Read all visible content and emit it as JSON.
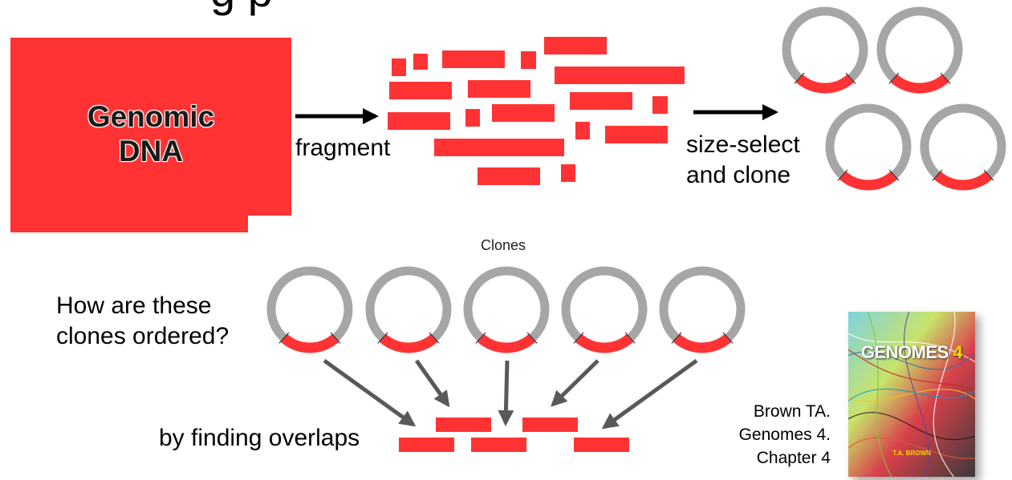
{
  "title_fragment": "g                p",
  "genomic_dna": {
    "line1": "Genomic",
    "line2": "DNA"
  },
  "step_labels": {
    "fragment": "fragment",
    "size_select_line1": "size-select",
    "size_select_line2": "and clone"
  },
  "clones_label": "Clones",
  "question": {
    "line1": "How are these",
    "line2": "clones ordered?"
  },
  "answer": "by finding overlaps",
  "reference": {
    "line1": "Brown TA.",
    "line2": "Genomes 4.",
    "line3": "Chapter 4"
  },
  "book_cover": {
    "title_word": "GENOMES",
    "title_number": "4",
    "author": "T.A. BROWN"
  },
  "colors": {
    "dna_red": "#ff3333",
    "vector_gray": "#a6a6a6",
    "arrow_black": "#000000",
    "arrow_gray": "#595959"
  }
}
